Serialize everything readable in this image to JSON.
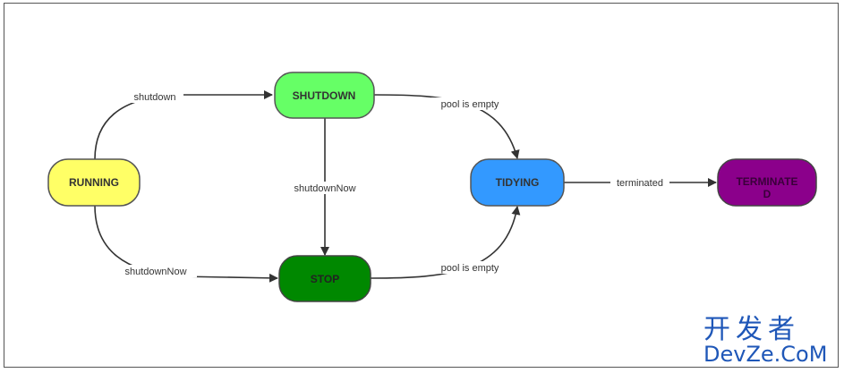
{
  "diagram": {
    "states": {
      "running": {
        "label": "RUNNING",
        "fill": "#ffff66"
      },
      "shutdown": {
        "label": "SHUTDOWN",
        "fill": "#66ff66"
      },
      "stop": {
        "label": "STOP",
        "fill": "#008800"
      },
      "tidying": {
        "label": "TIDYING",
        "fill": "#3399ff"
      },
      "terminated": {
        "label_line1": "TERMINATE",
        "label_line2": "D",
        "fill": "#8b008b"
      }
    },
    "transitions": {
      "running_to_shutdown": "shutdown",
      "running_to_stop": "shutdownNow",
      "shutdown_to_stop": "shutdownNow",
      "shutdown_to_tidying": "pool is empty",
      "stop_to_tidying": "pool is empty",
      "tidying_to_terminated": "terminated"
    }
  },
  "watermark": {
    "chinese": "开发者",
    "latin": "DevZe.CoM"
  }
}
